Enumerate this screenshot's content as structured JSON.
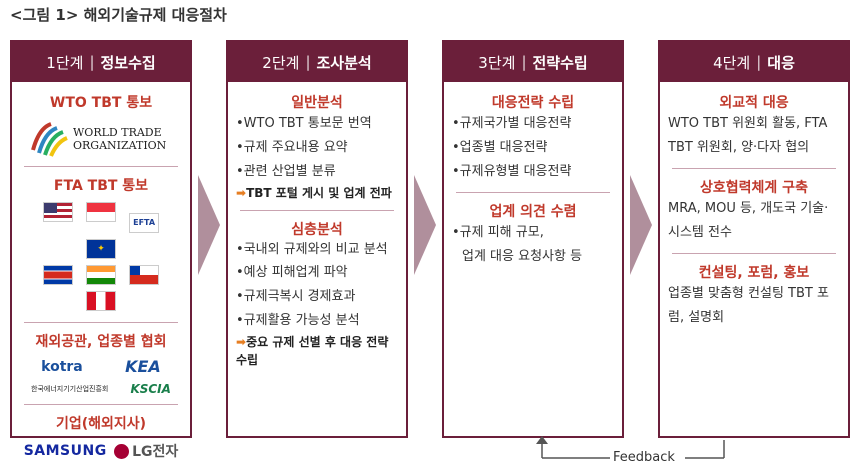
{
  "figure_title": "<그림 1> 해외기술규제 대응절차",
  "columns": [
    {
      "step": "1단계",
      "name": "정보수집",
      "sections": [
        {
          "title": "WTO TBT 통보",
          "logo_text": "WORLD TRADE ORGANIZATION"
        },
        {
          "title": "FTA TBT 통보"
        },
        {
          "title": "재외공관, 업종별 협회",
          "logos": [
            "kotra",
            "KEA",
            "한국에너지기기산업진흥회",
            "KSCIA"
          ]
        },
        {
          "title": "기업(해외지사)",
          "logos": [
            "SAMSUNG",
            "LG전자"
          ]
        }
      ]
    },
    {
      "step": "2단계",
      "name": "조사분석",
      "sections": [
        {
          "title": "일반분석",
          "items": [
            "•WTO TBT 통보문 번역",
            "•규제 주요내용 요약",
            "•관련 산업별 분류"
          ],
          "note": "TBT 포털 게시 및 업계 전파"
        },
        {
          "title": "심층분석",
          "items": [
            "•국내외 규제와의 비교 분석",
            "•예상 피해업계 파악",
            "•규제극복시 경제효과",
            "•규제활용 가능성 분석"
          ],
          "note": "중요 규제 선별 후 대응 전략 수립"
        }
      ]
    },
    {
      "step": "3단계",
      "name": "전략수립",
      "sections": [
        {
          "title": "대응전략 수립",
          "items": [
            "•규제국가별 대응전략",
            "•업종별 대응전략",
            "•규제유형별 대응전략"
          ]
        },
        {
          "title": "업계 의견 수렴",
          "items": [
            "•규제 피해 규모,",
            "업계 대응 요청사항 등"
          ]
        }
      ]
    },
    {
      "step": "4단계",
      "name": "대응",
      "sections": [
        {
          "title": "외교적 대응",
          "body": "WTO TBT 위원회 활동, FTA TBT 위원회, 양·다자 협의"
        },
        {
          "title": "상호협력체계 구축",
          "body": "MRA, MOU 등, 개도국 기술·시스템 전수"
        },
        {
          "title": "컨설팅, 포럼, 홍보",
          "body": "업종별 맞춤형 컨설팅 TBT 포럼, 설명회"
        }
      ]
    }
  ],
  "feedback_label": "Feedback",
  "colors": {
    "header": "#6b1f3a",
    "section_title": "#c0392b",
    "arrow": "#b08f9c",
    "note_arrow": "#e67e22"
  }
}
